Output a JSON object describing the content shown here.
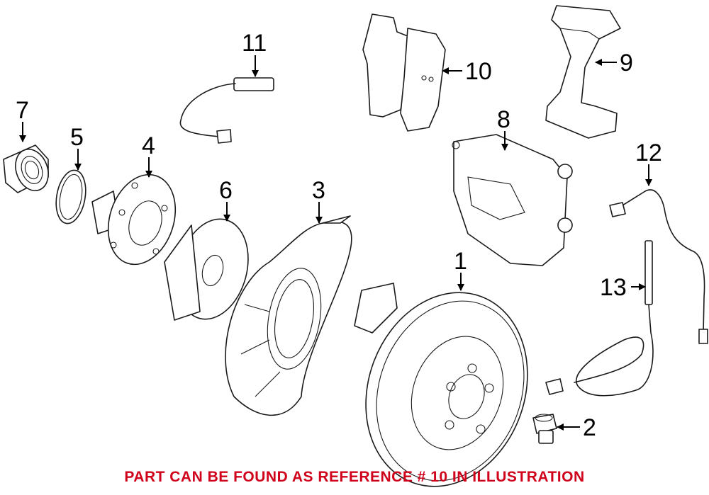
{
  "callouts": {
    "c1": "1",
    "c2": "2",
    "c3": "3",
    "c4": "4",
    "c5": "5",
    "c6": "6",
    "c7": "7",
    "c8": "8",
    "c9": "9",
    "c10": "10",
    "c11": "11",
    "c12": "12",
    "c13": "13"
  },
  "caption": "PART CAN BE FOUND AS REFERENCE # 10 IN ILLUSTRATION",
  "colors": {
    "caption": "#d0021b",
    "line": "#1a1a1a"
  }
}
